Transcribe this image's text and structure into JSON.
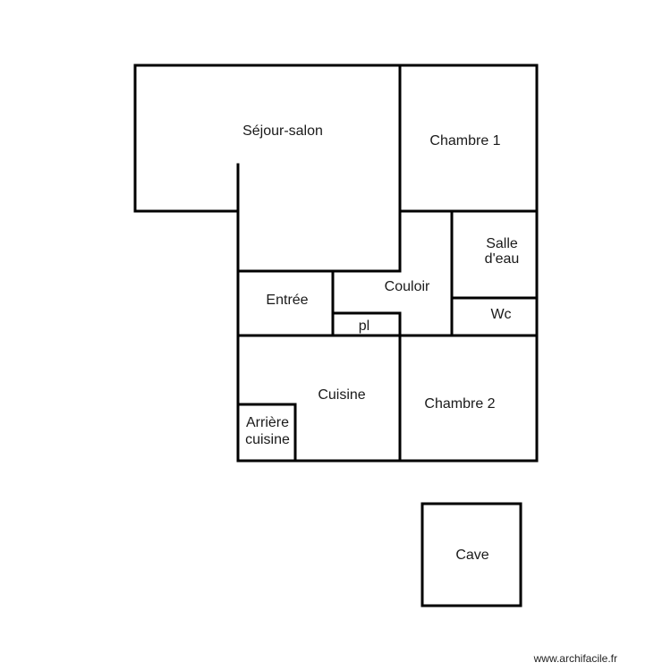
{
  "rooms": {
    "sejour": "Séjour-salon",
    "chambre1": "Chambre 1",
    "salle_line1": "Salle",
    "salle_line2": "d'eau",
    "couloir": "Couloir",
    "entree": "Entrée",
    "placard": "pl",
    "wc": "Wc",
    "cuisine": "Cuisine",
    "chambre2": "Chambre 2",
    "arriere_line1": "Arrière",
    "arriere_line2": "cuisine",
    "cave": "Cave"
  },
  "watermark": "www.archifacile.fr"
}
